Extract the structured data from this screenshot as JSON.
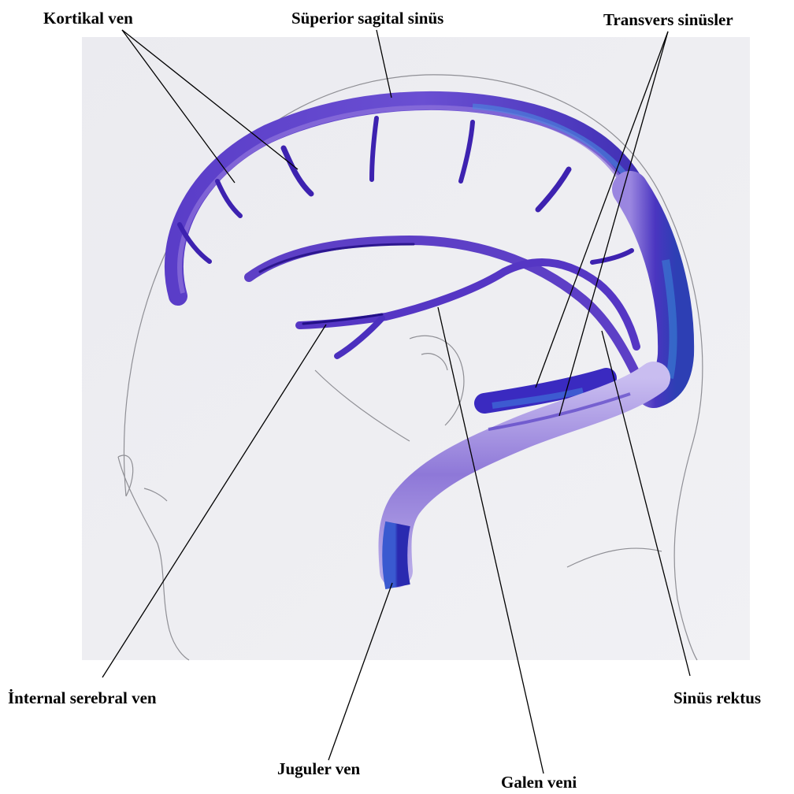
{
  "labels": {
    "kortikal_ven": "Kortikal ven",
    "superior_sagital_sinus": "Süperior sagital sinüs",
    "transvers_sinusler": "Transvers sinüsler",
    "internal_serebral_ven": "İnternal serebral ven",
    "sinus_rektus": "Sinüs rektus",
    "juguler_ven": "Juguler ven",
    "galen_veni": "Galen veni"
  },
  "colors": {
    "vein_light": "#8e6fd6",
    "vein_mid": "#5a3dc8",
    "vein_dark": "#2a1a9e",
    "vein_accent": "#3f7bd8",
    "paper": "#ededf1"
  }
}
